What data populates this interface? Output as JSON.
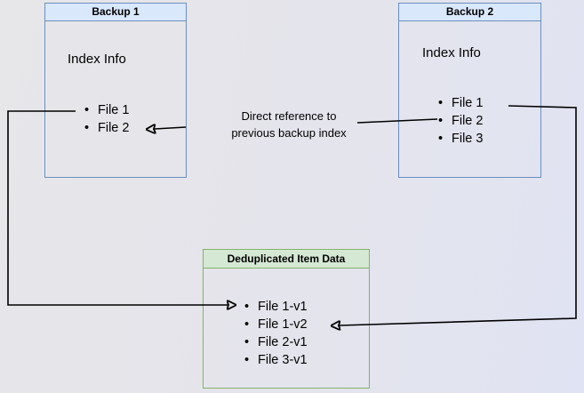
{
  "diagram": {
    "backup1": {
      "title": "Backup 1",
      "subtitle": "Index Info",
      "files": [
        "File 1",
        "File 2"
      ]
    },
    "backup2": {
      "title": "Backup 2",
      "subtitle": "Index Info",
      "files": [
        "File 1",
        "File 2",
        "File 3"
      ]
    },
    "dedup": {
      "title": "Deduplicated Item Data",
      "files": [
        "File 1-v1",
        "File 1-v2",
        "File 2-v1",
        "File 3-v1"
      ]
    },
    "edge_label": {
      "line1": "Direct reference to",
      "line2": "previous backup index"
    },
    "colors": {
      "blue_box_fill": "#dae8fc",
      "blue_box_border": "#6c8ebf",
      "green_box_fill": "#d5e8d4",
      "green_box_border": "#82b366",
      "arrow": "#000000",
      "background_left": "#e7e6e9",
      "background_right": "#e0e3f3"
    }
  }
}
